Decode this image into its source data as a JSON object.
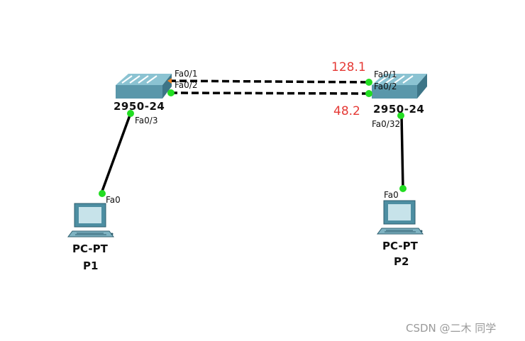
{
  "devices": {
    "switch1": {
      "model": "2950-24",
      "ports": {
        "p1": "Fa0/1",
        "p2": "Fa0/2",
        "p3": "Fa0/3"
      }
    },
    "switch2": {
      "model": "2950-24",
      "ports": {
        "p1": "Fa0/1",
        "p2": "Fa0/2",
        "p3": "Fa0/32"
      }
    },
    "pc1": {
      "model": "PC-PT",
      "name": "P1",
      "port": "Fa0"
    },
    "pc2": {
      "model": "PC-PT",
      "name": "P2",
      "port": "Fa0"
    }
  },
  "annotations": {
    "top_link": "128.1",
    "bottom_link": "48.2"
  },
  "colors": {
    "link_up": "#22dd22",
    "link_blocked": "#f08020",
    "annotation": "#e53935",
    "device": "#5f9fb0"
  },
  "watermark": "CSDN @二木 同学"
}
